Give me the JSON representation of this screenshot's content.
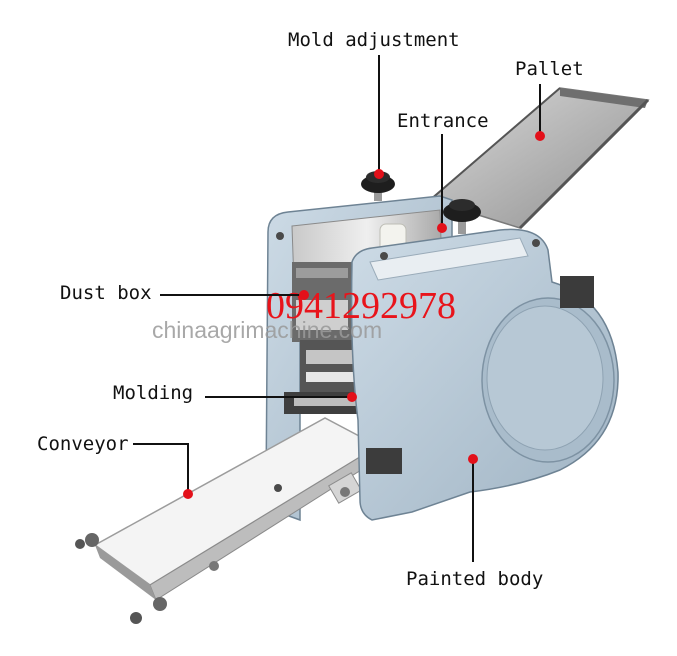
{
  "callouts": {
    "mold_adjustment": "Mold adjustment",
    "pallet": "Pallet",
    "entrance": "Entrance",
    "dust_box": "Dust box",
    "molding": "Molding",
    "conveyor": "Conveyor",
    "painted_body": "Painted body"
  },
  "watermark": {
    "phone": "0941292978",
    "site": "chinaagrimachine.com"
  },
  "colors": {
    "body": "#b9cbd8",
    "marker": "#e3101a",
    "phone_text": "#e8141b"
  }
}
